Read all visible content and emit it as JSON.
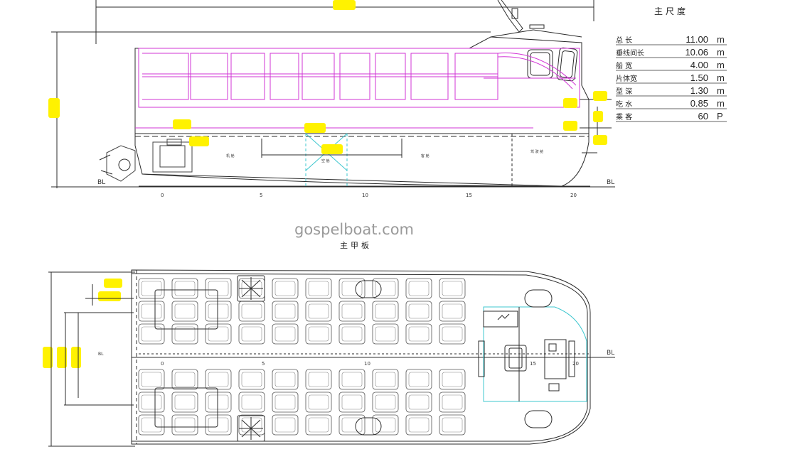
{
  "colors": {
    "line": "#2b2b2b",
    "magenta": "#d234d6",
    "cyan": "#3fc7cf",
    "highlight": "#fff200",
    "watermark": "#9a9a9a"
  },
  "spec_table": {
    "title": "主尺度",
    "rows": [
      {
        "label": "总 长",
        "value": "11.00",
        "unit": "m"
      },
      {
        "label": "垂线间长",
        "value": "10.06",
        "unit": "m"
      },
      {
        "label": "船 宽",
        "value": "4.00",
        "unit": "m"
      },
      {
        "label": "片体宽",
        "value": "1.50",
        "unit": "m"
      },
      {
        "label": "型 深",
        "value": "1.30",
        "unit": "m"
      },
      {
        "label": "吃 水",
        "value": "0.85",
        "unit": "m"
      },
      {
        "label": "乘 客",
        "value": "60",
        "unit": "P"
      }
    ]
  },
  "profile": {
    "baseline_left": "BL",
    "baseline_right": "BL",
    "scale_ticks": [
      "0",
      "5",
      "10",
      "15",
      "20"
    ],
    "compartments": [
      "机 舱",
      "空 舱",
      "客 舱",
      "驾 驶 舱"
    ]
  },
  "deck": {
    "title": "主甲板",
    "baseline_right": "BL",
    "center_mark": "BL",
    "scale_ticks": [
      "0",
      "5",
      "10",
      "15",
      "20"
    ]
  },
  "watermark": "gospelboat.com"
}
